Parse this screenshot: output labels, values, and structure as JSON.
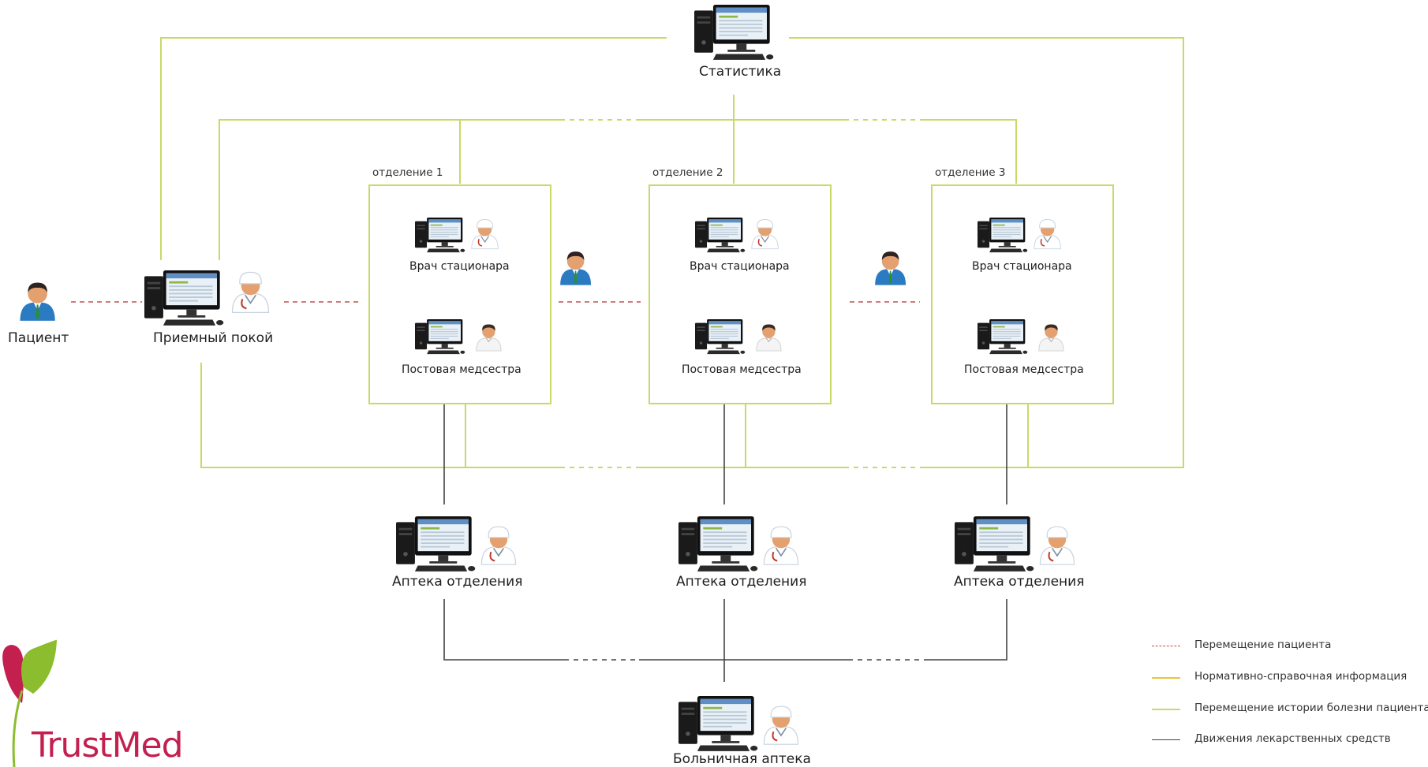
{
  "nodes": {
    "statistics": "Статистика",
    "patient": "Пациент",
    "admission": "Приемный покой",
    "hospital_pharmacy": "Больничная аптека"
  },
  "departments": [
    {
      "title": "отделение 1",
      "doctor": "Врач стационара",
      "nurse": "Постовая медсестра",
      "pharmacy": "Аптека отделения"
    },
    {
      "title": "отделение 2",
      "doctor": "Врач стационара",
      "nurse": "Постовая медсестра",
      "pharmacy": "Аптека отделения"
    },
    {
      "title": "отделение 3",
      "doctor": "Врач стационара",
      "nurse": "Постовая медсестра",
      "pharmacy": "Аптека отделения"
    }
  ],
  "legend": [
    {
      "label": "Перемещение пациента",
      "color": "#c0504d",
      "style": "dashed"
    },
    {
      "label": "Нормативно-справочная информация",
      "color": "#e8c53a",
      "style": "solid"
    },
    {
      "label": "Перемещение истории болезни пациента",
      "color": "#c9d966",
      "style": "solid"
    },
    {
      "label": "Движения лекарственных средств",
      "color": "#444444",
      "style": "solid"
    }
  ],
  "logo": {
    "text": "TrustMed",
    "color": "#c4204f",
    "leaf_color": "#8cbd2f"
  }
}
